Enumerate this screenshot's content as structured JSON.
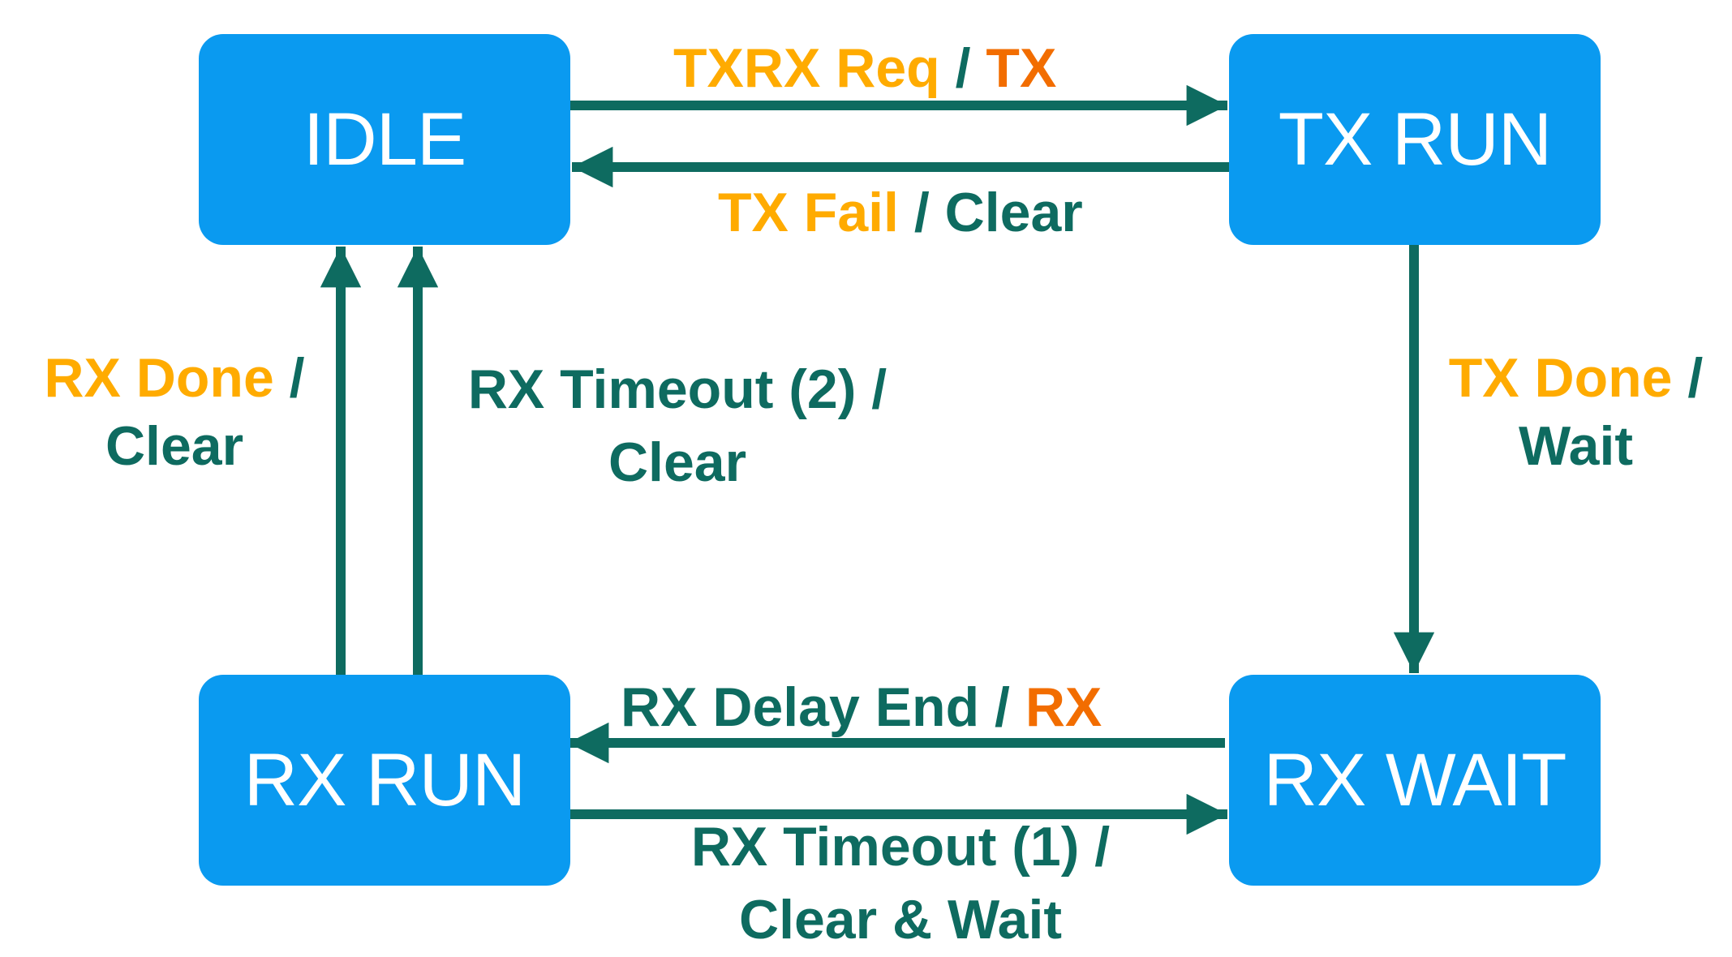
{
  "colors": {
    "state_fill": "#0a9af0",
    "state_text": "#ffffff",
    "arrow": "#0e6b60",
    "event": "#ffab00",
    "action_highlight": "#f26d00",
    "action": "#0e6b60"
  },
  "states": {
    "idle": "IDLE",
    "tx_run": "TX RUN",
    "rx_run": "RX RUN",
    "rx_wait": "RX WAIT"
  },
  "transitions": {
    "idle_to_txrun": {
      "event": "TXRX Req",
      "sep": " / ",
      "action": "TX"
    },
    "txrun_to_idle": {
      "event": "TX Fail",
      "sep": " / ",
      "action": "Clear"
    },
    "txrun_to_rxwait": {
      "event": "TX Done",
      "sep": " /",
      "action": "Wait"
    },
    "rxwait_to_rxrun": {
      "event": "RX Delay End",
      "sep": " / ",
      "action": "RX"
    },
    "rxrun_to_rxwait": {
      "line1": "RX Timeout (1) /",
      "line2": "Clear & Wait"
    },
    "rxrun_to_idle_done": {
      "event": "RX Done",
      "sep": " /",
      "action": "Clear"
    },
    "rxrun_to_idle_timeout": {
      "line1": "RX Timeout (2) /",
      "line2": "Clear"
    }
  }
}
